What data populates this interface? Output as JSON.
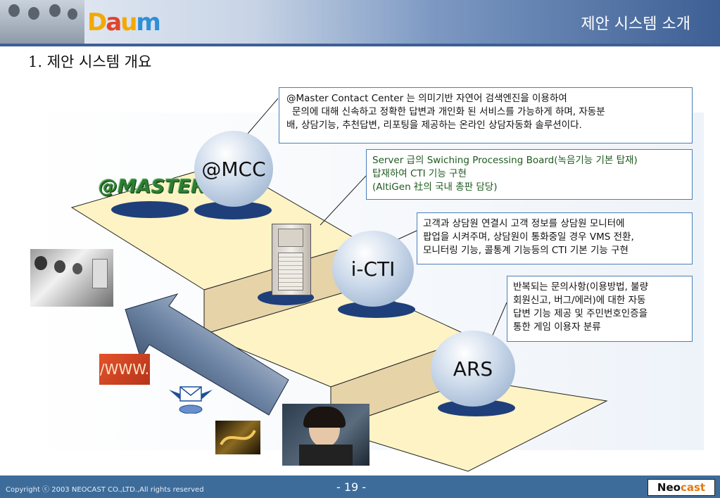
{
  "header": {
    "title": "제안 시스템 소개",
    "logo": "Daum"
  },
  "slide": {
    "subtitle": "1. 제안 시스템 개요"
  },
  "nodes": {
    "mcc": "@MCC",
    "icti": "i-CTI",
    "ars": "ARS"
  },
  "brand": {
    "master_logo": "@MASTER"
  },
  "badges": {
    "www": "/WWW."
  },
  "callouts": {
    "mcc": [
      "@Master Contact Center 는 의미기반 자연어 검색엔진을 이용하여",
      "문의에 대해 신속하고 정확한 답변과 개인화 된 서비스를 가능하게 하며, 자동분",
      "배, 상담기능, 추천답변, 리포팅을 제공하는 온라인 상담자동화 솔루션이다."
    ],
    "server": [
      "Server 급의 Swiching Processing Board(녹음기능 기본 탑재)",
      "탑재하여 CTI 기능 구현",
      "(AltiGen 社의 국내 총판 담당)"
    ],
    "cti": [
      "고객과 상담원 연결시 고객 정보를 상담원 모니터에",
      "팝업을 시켜주며, 상담원이 통화중일 경우 VMS 전환,",
      "모니터링 기능, 콜통계 기능등의 CTI 기본 기능 구현"
    ],
    "ars": [
      "반복되는 문의사항(이용방법, 불량",
      "회원신고, 버그/에러)에 대한 자동",
      "답변 기능 제공 및 주민번호인증을",
      "통한 게임 이용자 분류"
    ]
  },
  "footer": {
    "copyright": "Copyright ⓒ 2003 NEOCAST CO.,LTD.,All rights reserved",
    "page": "- 19 -",
    "brand_neo": "Neo",
    "brand_cast": "cast"
  },
  "colors": {
    "accent": "#3e6c9a",
    "stair_top": "#fdf3c4",
    "stair_side": "#e6d3a8",
    "callout_border": "#4b7fb6"
  }
}
